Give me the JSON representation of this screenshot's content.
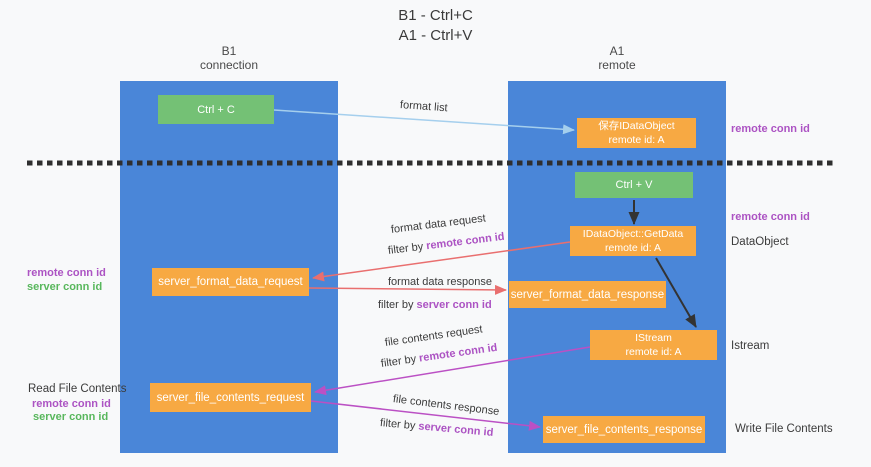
{
  "title": {
    "line1": "B1 - Ctrl+C",
    "line2": "A1 - Ctrl+V"
  },
  "lifelines": {
    "left": {
      "title": "B1",
      "subtitle": "connection"
    },
    "right": {
      "title": "A1",
      "subtitle": "remote"
    }
  },
  "boxes": {
    "ctrl_c": "Ctrl + C",
    "ctrl_v": "Ctrl + V",
    "save_dataobject": {
      "line1": "保存IDataObject",
      "line2": "remote id: A"
    },
    "getdata": {
      "line1": "IDataObject::GetData",
      "line2": "remote id: A"
    },
    "istream": {
      "line1": "IStream",
      "line2": "remote id: A"
    },
    "format_request": "server_format_data_request",
    "format_response": "server_format_data_response",
    "file_request": "server_file_contents_request",
    "file_response": "server_file_contents_response"
  },
  "left_annotations": {
    "remote_conn_id_1": "remote conn id",
    "server_conn_id_1": "server conn id",
    "read_file_contents": "Read File Contents",
    "remote_conn_id_2": "remote conn id",
    "server_conn_id_2": "server conn id"
  },
  "right_annotations": {
    "remote_conn_id_1": "remote conn id",
    "remote_conn_id_2": "remote conn id",
    "dataobject": "DataObject",
    "istream": "Istream",
    "write_file_contents": "Write File Contents"
  },
  "flow_labels": {
    "format_list": "format list",
    "format_data_request": "format data request",
    "filter_remote_1": {
      "prefix": "filter by ",
      "value": "remote conn id"
    },
    "format_data_response": "format data response",
    "filter_server_1": {
      "prefix": "filter by ",
      "value": "server conn id"
    },
    "file_contents_request": "file contents request",
    "filter_remote_2": {
      "prefix": "filter by ",
      "value": "remote conn id"
    },
    "file_contents_response": "file contents response",
    "filter_server_2": {
      "prefix": "filter by ",
      "value": "server conn id"
    }
  },
  "colors": {
    "lifeline_blue": "#4a86d8",
    "box_orange": "#f7a943",
    "box_green": "#74c175",
    "arrow_salmon": "#e96f6f",
    "arrow_magenta": "#bb50c4",
    "arrow_lightblue": "#a5cfed",
    "arrow_black": "#333333",
    "text_purple": "#ac53c3",
    "text_green": "#58b75c",
    "dashed_line": "#2e2e2e"
  }
}
